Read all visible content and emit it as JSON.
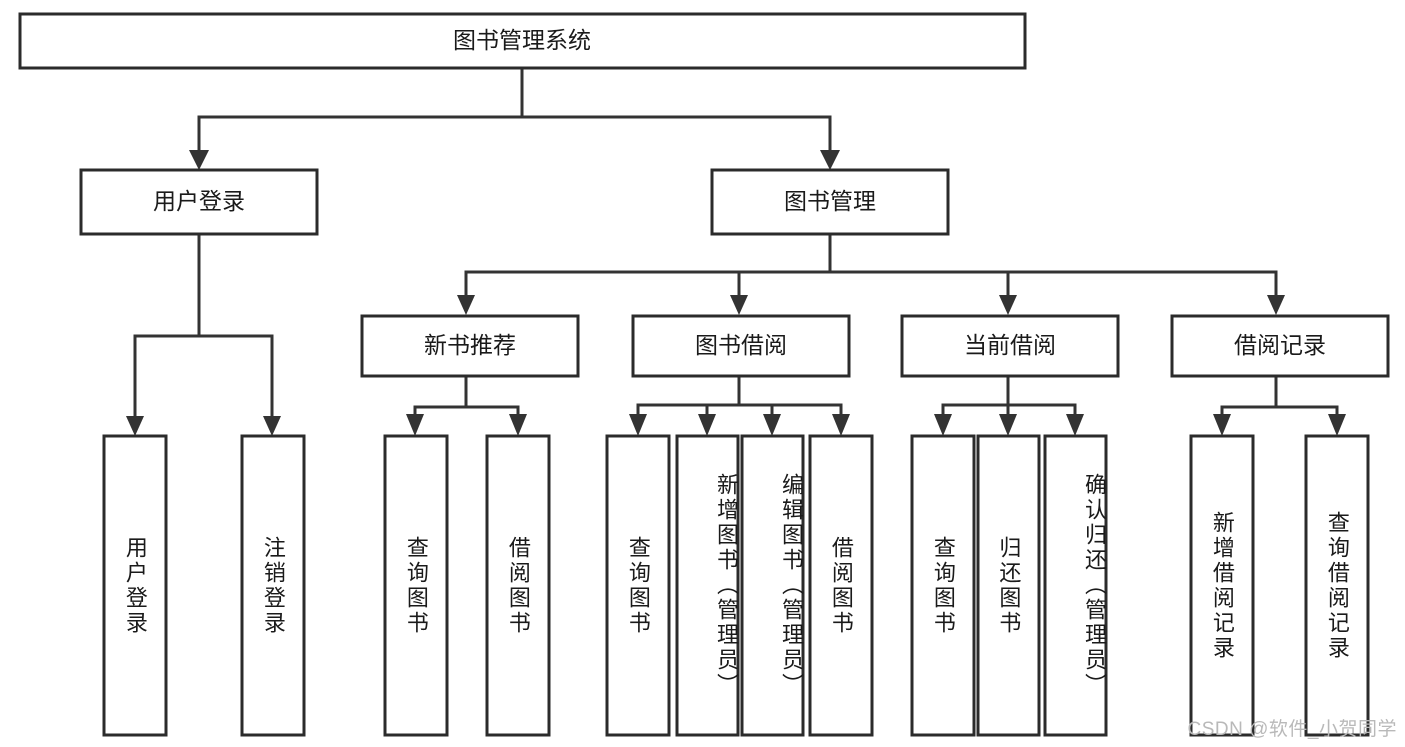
{
  "diagram": {
    "type": "tree-hierarchy",
    "title": "图书管理系统",
    "root": {
      "id": "root",
      "label": "图书管理系统",
      "level": 1
    },
    "level2": [
      {
        "id": "user-login",
        "label": "用户登录"
      },
      {
        "id": "book-manage",
        "label": "图书管理"
      }
    ],
    "level3": [
      {
        "id": "new-book-rec",
        "label": "新书推荐",
        "parent": "book-manage"
      },
      {
        "id": "book-borrow",
        "label": "图书借阅",
        "parent": "book-manage"
      },
      {
        "id": "current-borrow",
        "label": "当前借阅",
        "parent": "book-manage"
      },
      {
        "id": "borrow-record",
        "label": "借阅记录",
        "parent": "book-manage"
      }
    ],
    "leaves": [
      {
        "id": "leaf-user-login",
        "label": "用户登录",
        "parent": "user-login"
      },
      {
        "id": "leaf-user-logout",
        "label": "注销登录",
        "parent": "user-login"
      },
      {
        "id": "leaf-rec-query",
        "label": "查询图书",
        "parent": "new-book-rec"
      },
      {
        "id": "leaf-rec-borrow",
        "label": "借阅图书",
        "parent": "new-book-rec"
      },
      {
        "id": "leaf-borrow-query",
        "label": "查询图书",
        "parent": "book-borrow"
      },
      {
        "id": "leaf-borrow-add",
        "label": "新增图书（管理员）",
        "parent": "book-borrow"
      },
      {
        "id": "leaf-borrow-edit",
        "label": "编辑图书（管理员）",
        "parent": "book-borrow"
      },
      {
        "id": "leaf-borrow-lend",
        "label": "借阅图书",
        "parent": "book-borrow"
      },
      {
        "id": "leaf-cur-query",
        "label": "查询图书",
        "parent": "current-borrow"
      },
      {
        "id": "leaf-cur-return",
        "label": "归还图书",
        "parent": "current-borrow"
      },
      {
        "id": "leaf-cur-confirm",
        "label": "确认归还（管理员）",
        "parent": "current-borrow"
      },
      {
        "id": "leaf-rec-add",
        "label": "新增借阅记录",
        "parent": "borrow-record"
      },
      {
        "id": "leaf-rec-search",
        "label": "查询借阅记录",
        "parent": "borrow-record"
      }
    ],
    "watermark": "CSDN @软件_小贺同学",
    "colors": {
      "box_stroke": "#2b2b2b",
      "box_fill": "#ffffff",
      "connector": "#333333",
      "text": "#1a1a1a",
      "watermark": "#b9b9b9",
      "background": "#ffffff"
    }
  }
}
